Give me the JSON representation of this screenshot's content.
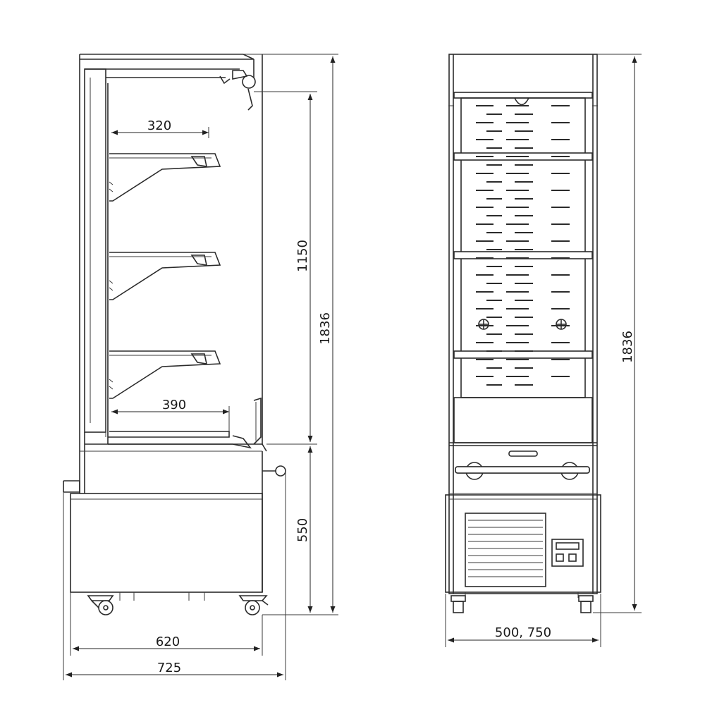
{
  "side_view": {
    "dims": {
      "shelf_top": "320",
      "shelf_bottom": "390",
      "open_height": "1150",
      "total_height": "1836",
      "base_height": "550",
      "depth_inner": "620",
      "depth_total": "725"
    }
  },
  "front_view": {
    "dims": {
      "width": "500, 750",
      "total_height": "1836"
    }
  }
}
